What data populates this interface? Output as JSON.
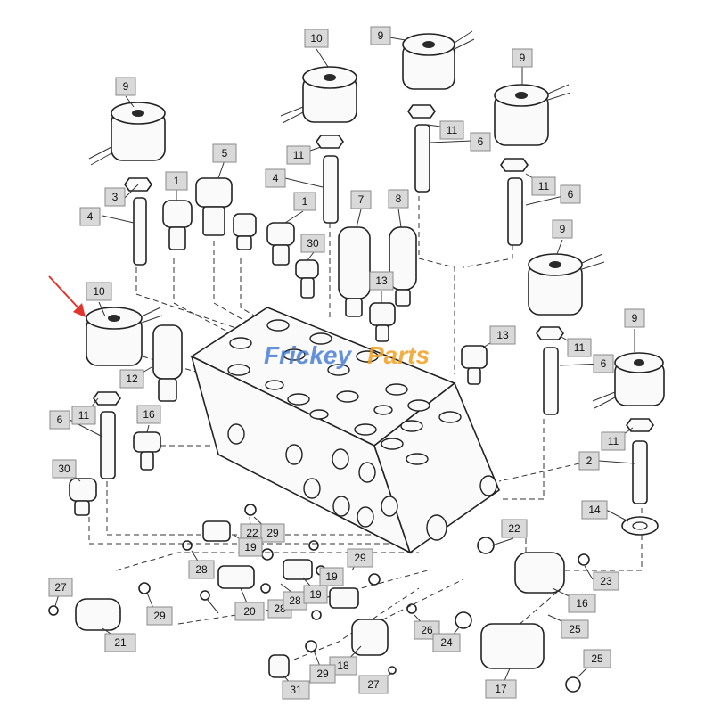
{
  "watermark": {
    "part1": "Frickey",
    "part2": "Parts",
    "color1": "#4a7fd6",
    "color2": "#f0a020"
  },
  "pointer_arrow_color": "#e0342c",
  "labels": [
    {
      "id": "l-10a",
      "text": "10"
    },
    {
      "id": "l-9a",
      "text": "9"
    },
    {
      "id": "l-9b",
      "text": "9"
    },
    {
      "id": "l-9c",
      "text": "9"
    },
    {
      "id": "l-11a",
      "text": "11"
    },
    {
      "id": "l-6a",
      "text": "6"
    },
    {
      "id": "l-11b",
      "text": "11"
    },
    {
      "id": "l-4a",
      "text": "4"
    },
    {
      "id": "l-5",
      "text": "5"
    },
    {
      "id": "l-3",
      "text": "3"
    },
    {
      "id": "l-1a",
      "text": "1"
    },
    {
      "id": "l-4b",
      "text": "4"
    },
    {
      "id": "l-1b",
      "text": "1"
    },
    {
      "id": "l-7",
      "text": "7"
    },
    {
      "id": "l-8",
      "text": "8"
    },
    {
      "id": "l-11c",
      "text": "11"
    },
    {
      "id": "l-6b",
      "text": "6"
    },
    {
      "id": "l-30a",
      "text": "30"
    },
    {
      "id": "l-9d",
      "text": "9"
    },
    {
      "id": "l-13a",
      "text": "13"
    },
    {
      "id": "l-10b",
      "text": "10"
    },
    {
      "id": "l-12",
      "text": "12"
    },
    {
      "id": "l-13b",
      "text": "13"
    },
    {
      "id": "l-9e",
      "text": "9"
    },
    {
      "id": "l-11d",
      "text": "11"
    },
    {
      "id": "l-6c",
      "text": "6"
    },
    {
      "id": "l-16a",
      "text": "16"
    },
    {
      "id": "l-11e",
      "text": "11"
    },
    {
      "id": "l-6d",
      "text": "6"
    },
    {
      "id": "l-11f",
      "text": "11"
    },
    {
      "id": "l-2",
      "text": "2"
    },
    {
      "id": "l-30b",
      "text": "30"
    },
    {
      "id": "l-14",
      "text": "14"
    },
    {
      "id": "l-22a",
      "text": "22"
    },
    {
      "id": "l-29a",
      "text": "29"
    },
    {
      "id": "l-19a",
      "text": "19"
    },
    {
      "id": "l-22b",
      "text": "22"
    },
    {
      "id": "l-28a",
      "text": "28"
    },
    {
      "id": "l-29b",
      "text": "29"
    },
    {
      "id": "l-19b",
      "text": "19"
    },
    {
      "id": "l-23",
      "text": "23"
    },
    {
      "id": "l-27a",
      "text": "27"
    },
    {
      "id": "l-20",
      "text": "20"
    },
    {
      "id": "l-28b",
      "text": "28"
    },
    {
      "id": "l-28c",
      "text": "28"
    },
    {
      "id": "l-19c",
      "text": "19"
    },
    {
      "id": "l-16b",
      "text": "16"
    },
    {
      "id": "l-29c",
      "text": "29"
    },
    {
      "id": "l-21",
      "text": "21"
    },
    {
      "id": "l-26",
      "text": "26"
    },
    {
      "id": "l-24",
      "text": "24"
    },
    {
      "id": "l-25a",
      "text": "25"
    },
    {
      "id": "l-18",
      "text": "18"
    },
    {
      "id": "l-25b",
      "text": "25"
    },
    {
      "id": "l-29d",
      "text": "29"
    },
    {
      "id": "l-31",
      "text": "31"
    },
    {
      "id": "l-27b",
      "text": "27"
    },
    {
      "id": "l-17",
      "text": "17"
    }
  ]
}
